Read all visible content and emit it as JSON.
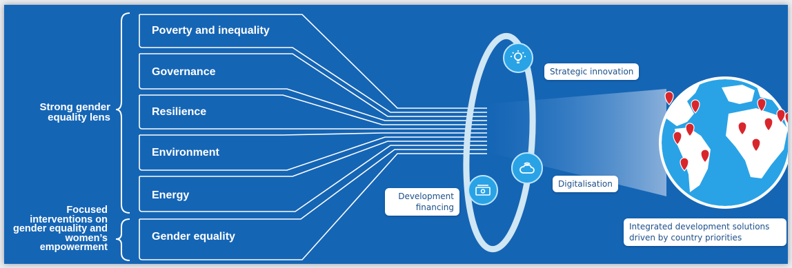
{
  "brackets": {
    "lens_label": "Strong gender equality lens",
    "focused_label": "Focused interventions on gender equality and women’s empowerment"
  },
  "areas": [
    "Poverty and inequality",
    "Governance",
    "Resilience",
    "Environment",
    "Energy",
    "Gender equality"
  ],
  "callouts": {
    "innovation": "Strategic innovation",
    "digitalisation": "Digitalisation",
    "financing": "Development financing",
    "solutions": "Integrated development solutions driven by country priorities"
  },
  "icons": [
    "lightbulb-icon",
    "cloud-wifi-icon",
    "money-icon",
    "location-pin-icon"
  ],
  "colors": {
    "background": "#1565b5",
    "loop": "#cfe6f4",
    "icon": "#29a3e6",
    "ocean": "#29a3e6",
    "pin": "#d9262c"
  }
}
